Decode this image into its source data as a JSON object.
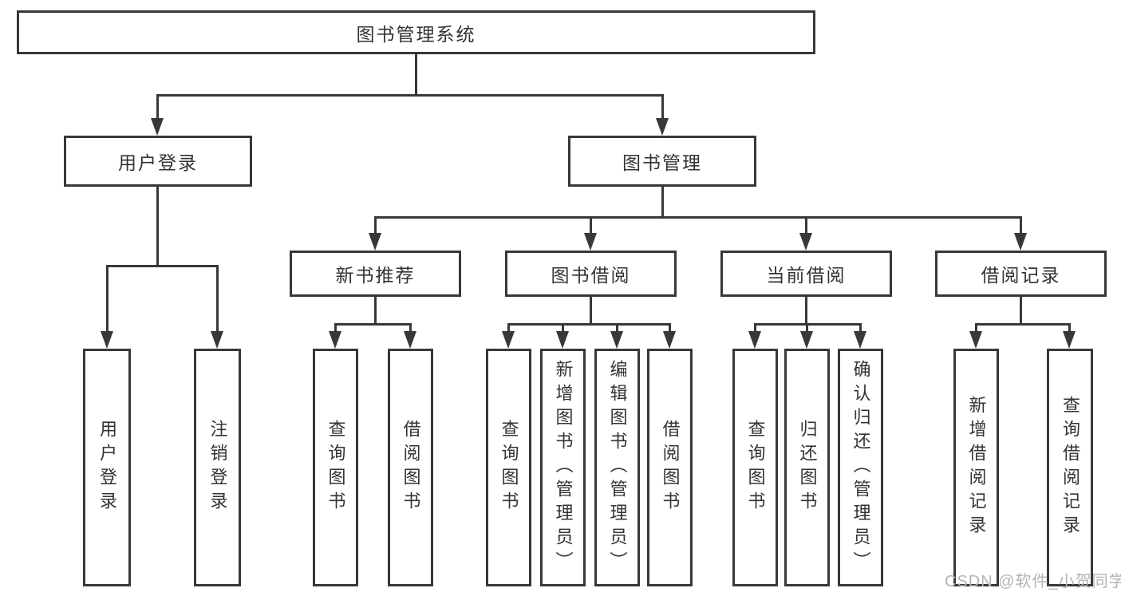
{
  "colors": {
    "line": "#383838",
    "text": "#333333",
    "background": "#ffffff",
    "watermark": "#b4b4b4"
  },
  "watermark": {
    "text": "CSDN @软件_小贺同学"
  },
  "tree": {
    "root": {
      "label": "图书管理系统"
    },
    "user_login": {
      "label": "用户登录",
      "children": [
        {
          "label": "用户登录"
        },
        {
          "label": "注销登录"
        }
      ]
    },
    "book_management": {
      "label": "图书管理",
      "children": [
        {
          "label": "新书推荐",
          "children": [
            {
              "label": "查询图书"
            },
            {
              "label": "借阅图书"
            }
          ]
        },
        {
          "label": "图书借阅",
          "children": [
            {
              "label": "查询图书"
            },
            {
              "label": "新增图书（管理员）"
            },
            {
              "label": "编辑图书（管理员）"
            },
            {
              "label": "借阅图书"
            }
          ]
        },
        {
          "label": "当前借阅",
          "children": [
            {
              "label": "查询图书"
            },
            {
              "label": "归还图书"
            },
            {
              "label": "确认归还（管理员）"
            }
          ]
        },
        {
          "label": "借阅记录",
          "children": [
            {
              "label": "新增借阅记录"
            },
            {
              "label": "查询借阅记录"
            }
          ]
        }
      ]
    }
  }
}
